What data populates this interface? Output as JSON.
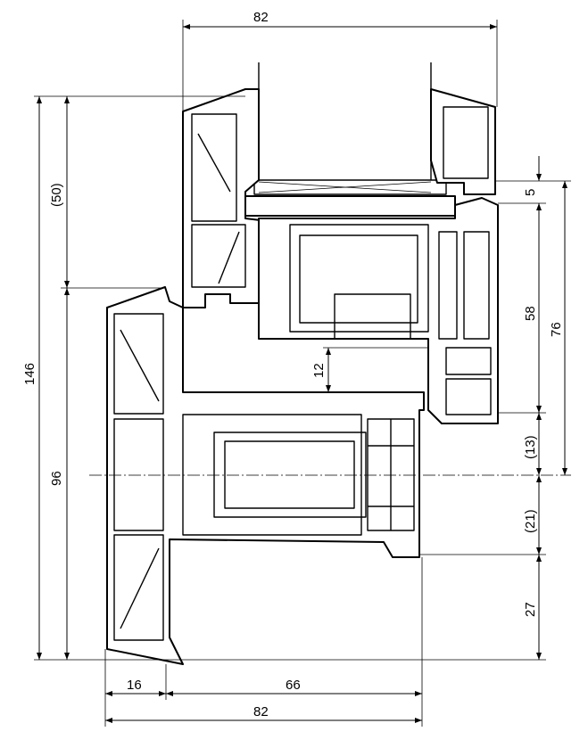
{
  "drawing": {
    "title": "Window profile cross-section",
    "dimensions": {
      "top_width": "82",
      "glass_gap": "5",
      "sash_height": "58",
      "sash_total": "76",
      "overlap": "(13)",
      "frame_upper": "(21)",
      "frame_lower": "27",
      "total_height": "146",
      "sash_visible": "(50)",
      "frame_height": "96",
      "rebate": "12",
      "bottom_left": "16",
      "bottom_mid": "66",
      "bottom_width": "82"
    }
  }
}
